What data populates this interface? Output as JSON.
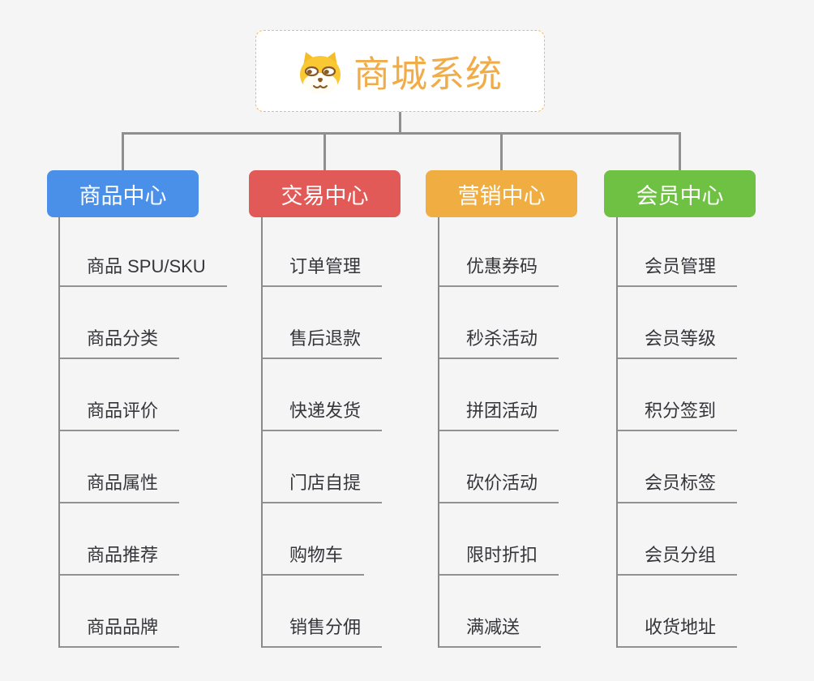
{
  "root": {
    "title": "商城系统",
    "icon": "dog-face-icon"
  },
  "branches": [
    {
      "label": "商品中心",
      "color": "#4A90E8",
      "items": [
        "商品 SPU/SKU",
        "商品分类",
        "商品评价",
        "商品属性",
        "商品推荐",
        "商品品牌"
      ]
    },
    {
      "label": "交易中心",
      "color": "#E25A57",
      "items": [
        "订单管理",
        "售后退款",
        "快递发货",
        "门店自提",
        "购物车",
        "销售分佣"
      ]
    },
    {
      "label": "营销中心",
      "color": "#EFAD42",
      "items": [
        "优惠券码",
        "秒杀活动",
        "拼团活动",
        "砍价活动",
        "限时折扣",
        "满减送"
      ]
    },
    {
      "label": "会员中心",
      "color": "#6FC143",
      "items": [
        "会员管理",
        "会员等级",
        "积分签到",
        "会员标签",
        "会员分组",
        "收货地址"
      ]
    }
  ],
  "colors": {
    "background": "#F5F5F6",
    "connector": "#8F8F8F",
    "trunk": "#8A8A8A",
    "underline": "#929292",
    "leaf_text": "#35353A",
    "root_text": "#F0AC49",
    "root_border": "#F2B95F",
    "branch_text": "#FFFFFF"
  }
}
